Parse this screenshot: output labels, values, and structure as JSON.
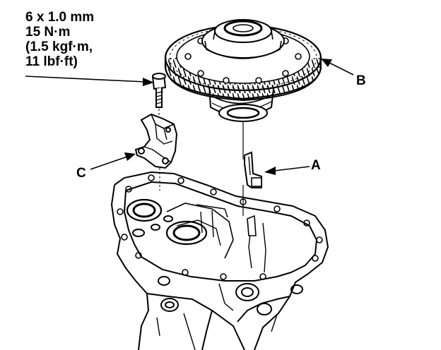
{
  "spec": {
    "line1": "6 x 1.0 mm",
    "line2": "15 N·m",
    "line3": "(1.5 kgf·m,",
    "line4": "11 lbf·ft)"
  },
  "callouts": {
    "a": "A",
    "b": "B",
    "c": "C"
  },
  "colors": {
    "ink": "#000000",
    "paper": "#ffffff"
  }
}
